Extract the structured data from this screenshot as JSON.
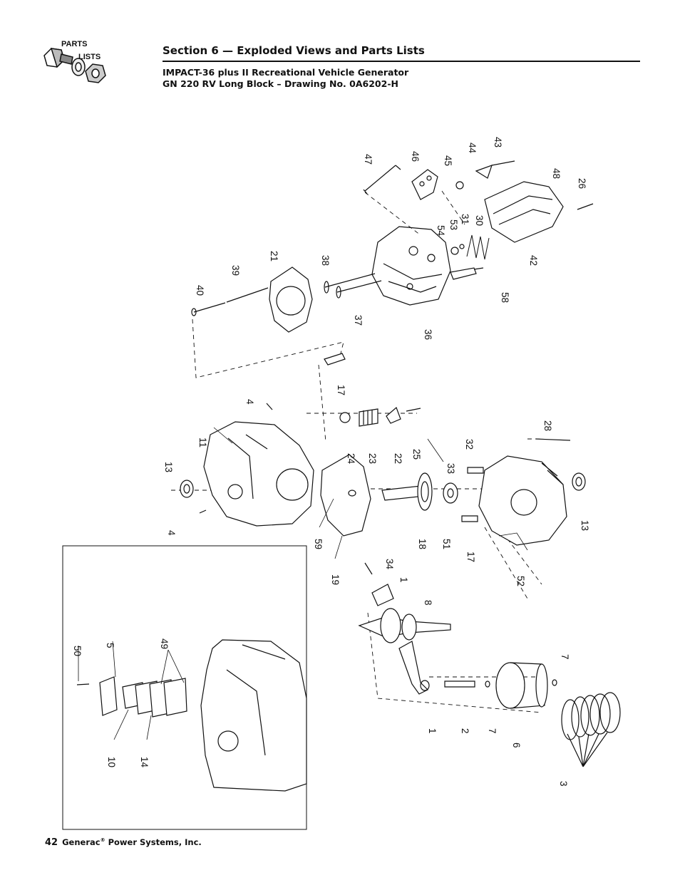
{
  "logo": {
    "line1": "PARTS",
    "line2": "LISTS"
  },
  "header": {
    "section_title": "Section 6 — Exploded Views and Parts Lists",
    "subtitle_1": "IMPACT-36 plus II Recreational Vehicle Generator",
    "subtitle_2": "GN 220 RV Long Block – Drawing No. 0A6202-H"
  },
  "callouts": [
    "47",
    "46",
    "45",
    "44",
    "43",
    "48",
    "26",
    "54",
    "53",
    "31",
    "30",
    "42",
    "58",
    "38",
    "37",
    "36",
    "21",
    "39",
    "40",
    "17",
    "4",
    "11",
    "13",
    "4",
    "24",
    "23",
    "22",
    "25",
    "28",
    "32",
    "33",
    "13",
    "59",
    "19",
    "18",
    "51",
    "17",
    "52",
    "34",
    "1",
    "8",
    "7",
    "1",
    "2",
    "7",
    "6",
    "3",
    "50",
    "5",
    "49",
    "10",
    "14"
  ],
  "footer": {
    "page_number": "42",
    "company_name": "Generac",
    "registered_mark": "®",
    "company_suffix": " Power Systems, Inc."
  }
}
